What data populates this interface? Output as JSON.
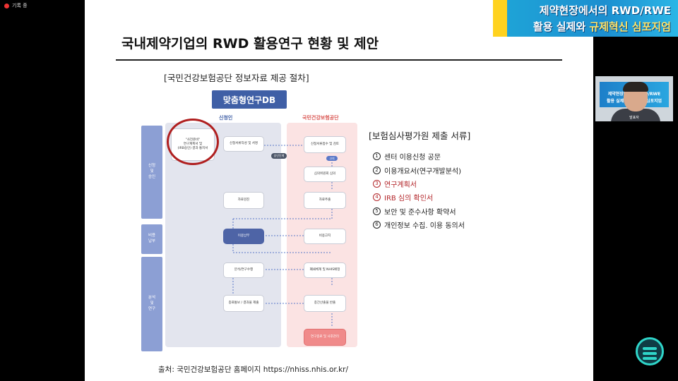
{
  "recording": {
    "label": "기록 중",
    "indicator_color": "#e33333"
  },
  "slide": {
    "title": "국내제약기업의 RWD 활용연구 현황 및 제안",
    "process_title": "[국민건강보험공단 정보자료 제공 절차]",
    "db_label": "맞춤형연구DB",
    "flowchart": {
      "col_applicant": "신청인",
      "col_nhis": "국민건강보험공단",
      "lanes": [
        "신청\n및\n승인",
        "비용\n납부",
        "분석\n및\n연구"
      ],
      "boxes": {
        "doc_submit": "\"사전준비\"\n연구계획서 및\n(IRB승인) 결과 통지서",
        "apply": "신청서류작성 및 서명",
        "review_receive": "신청서류접수 및 검토",
        "review_committee": "심의위원회 심의",
        "data_confirm": "자료검진",
        "data_extract": "자료추출",
        "pay": "이용납부",
        "cost_notice": "비용고지",
        "analysis": "분석/연구수행",
        "analysis_env": "폐쇄체계 및 NHIS배정",
        "result_submit": "종료통보 / 결과물 제출",
        "result_check": "종간산출물 반출",
        "final": "연구종료 및 사후관리"
      },
      "pills": {
        "approval": "승인단계",
        "notice": "고지"
      }
    },
    "docs_title": "[보험심사평가원 제출 서류]",
    "docs": [
      {
        "num": "1",
        "text": "센터 이용신청 공문",
        "highlight": false
      },
      {
        "num": "2",
        "text": "이용개요서(연구개발분석)",
        "highlight": false
      },
      {
        "num": "3",
        "text": "연구계획서",
        "highlight": true
      },
      {
        "num": "4",
        "text": "IRB 심의 확인서",
        "highlight": true
      },
      {
        "num": "5",
        "text": "보안 및 준수사항 확약서",
        "highlight": false
      },
      {
        "num": "6",
        "text": "개인정보 수집. 이용 동의서",
        "highlight": false
      }
    ],
    "source": "출처: 국민건강보험공단 홈페이지 https://nhiss.nhis.or.kr/",
    "highlight_color": "#b3262a"
  },
  "banner": {
    "line1": "제약현장에서의 RWD/RWE",
    "line2_a": "활용 실제와 ",
    "line2_b": "규제혁신 심포지엄"
  },
  "webcam": {
    "screen_line1": "제약현장에서의 RWD/RWE",
    "screen_line2": "활용 실제와 규제혁신 심포지엄",
    "name_tag": "발표자"
  },
  "logo": {
    "icon": "brand-logo-icon"
  }
}
